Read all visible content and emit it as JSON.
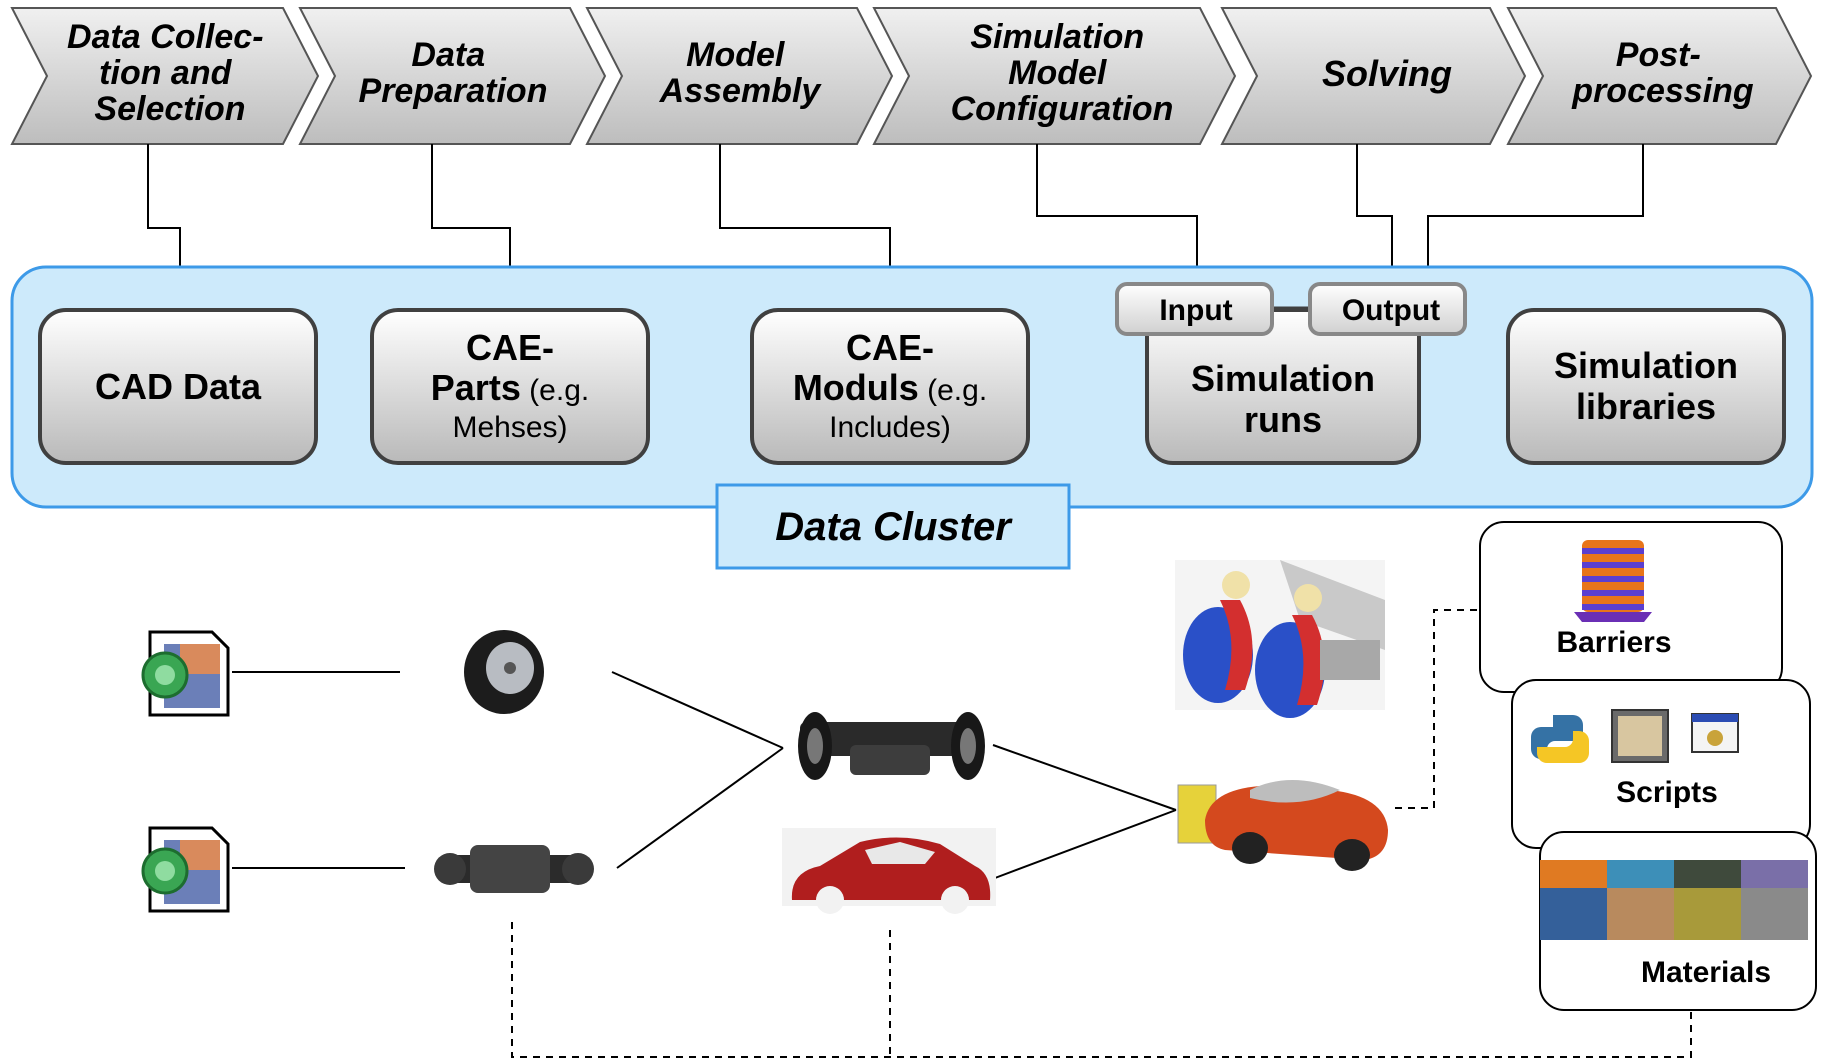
{
  "process_steps": [
    {
      "lines": [
        "Data Collec-",
        "tion and",
        "Selection"
      ]
    },
    {
      "lines": [
        "Data",
        "Preparation"
      ]
    },
    {
      "lines": [
        "Model",
        "Assembly"
      ]
    },
    {
      "lines": [
        "Simulation",
        "Model",
        "Configuration"
      ]
    },
    {
      "lines": [
        "Solving"
      ]
    },
    {
      "lines": [
        "Post-",
        "processing"
      ]
    }
  ],
  "cluster": {
    "label": "Data Cluster",
    "boxes": {
      "cad": {
        "line1": "CAD Data"
      },
      "parts": {
        "line1": "CAE-",
        "line2_bold": "Parts",
        "line2_rest": " (e.g.",
        "line3": "Mehses)"
      },
      "moduls": {
        "line1": "CAE-",
        "line2_bold": "Moduls",
        "line2_rest": " (e.g.",
        "line3": "Includes)"
      },
      "runs": {
        "line1": "Simulation",
        "line2": "runs",
        "input": "Input",
        "output": "Output"
      },
      "libraries": {
        "line1": "Simulation",
        "line2": "libraries"
      }
    }
  },
  "libraries": {
    "barriers": "Barriers",
    "scripts": "Scripts",
    "materials": "Materials"
  },
  "colors": {
    "chevron_fill": "#d9d9d9",
    "cluster_fill": "#cdeafb",
    "cluster_border": "#3d9ae8",
    "box_fill": "#d4d4d4",
    "car_red": "#c0392b",
    "seat_blue": "#2a50c8"
  }
}
